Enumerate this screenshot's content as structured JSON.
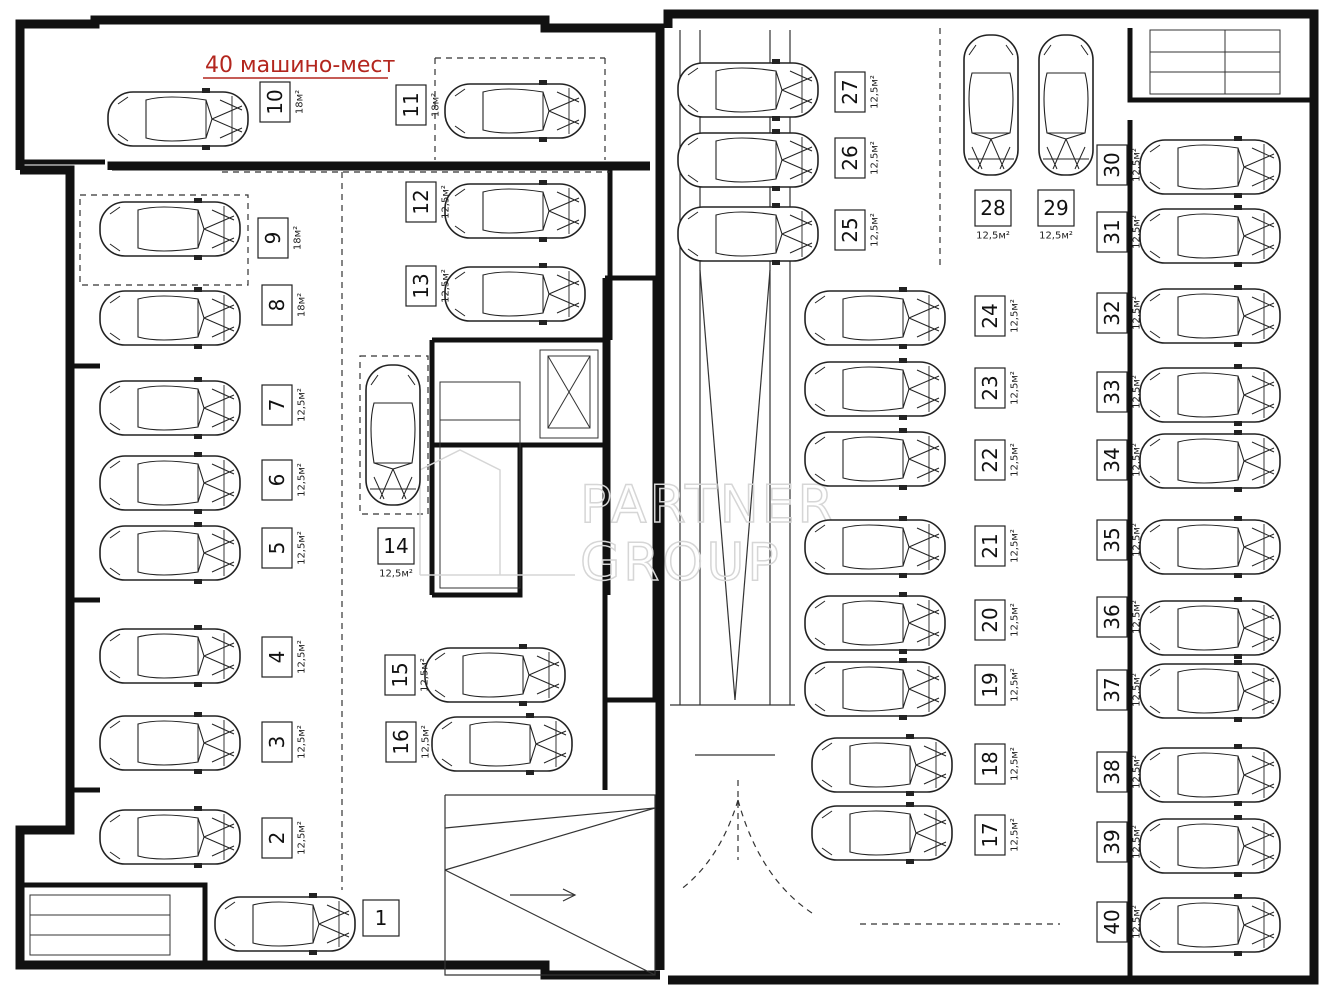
{
  "title": "40 машино-мест",
  "watermark": {
    "line1": "PARTNER",
    "line2": "GROUP"
  },
  "colors": {
    "title": "#b3261e",
    "wall": "#111111",
    "line": "#222222",
    "watermark": "#d6d6d6"
  },
  "spots": [
    {
      "id": "1",
      "area": "",
      "car": "h"
    },
    {
      "id": "2",
      "area": "12,5м²",
      "car": "h"
    },
    {
      "id": "3",
      "area": "12,5м²",
      "car": "h"
    },
    {
      "id": "4",
      "area": "12,5м²",
      "car": "h"
    },
    {
      "id": "5",
      "area": "12,5м²",
      "car": "h"
    },
    {
      "id": "6",
      "area": "12,5м²",
      "car": "h"
    },
    {
      "id": "7",
      "area": "12,5м²",
      "car": "h"
    },
    {
      "id": "8",
      "area": "18м²",
      "car": "h"
    },
    {
      "id": "9",
      "area": "18м²",
      "car": "h"
    },
    {
      "id": "10",
      "area": "18м²",
      "car": "h"
    },
    {
      "id": "11",
      "area": "18м²",
      "car": "h"
    },
    {
      "id": "12",
      "area": "12,5м²",
      "car": "h"
    },
    {
      "id": "13",
      "area": "12,5м²",
      "car": "h"
    },
    {
      "id": "14",
      "area": "12,5м²",
      "car": "v"
    },
    {
      "id": "15",
      "area": "12,5м²",
      "car": "h"
    },
    {
      "id": "16",
      "area": "12,5м²",
      "car": "h"
    },
    {
      "id": "17",
      "area": "12,5м²",
      "car": "h"
    },
    {
      "id": "18",
      "area": "12,5м²",
      "car": "h"
    },
    {
      "id": "19",
      "area": "12,5м²",
      "car": "h"
    },
    {
      "id": "20",
      "area": "12,5м²",
      "car": "h"
    },
    {
      "id": "21",
      "area": "12,5м²",
      "car": "h"
    },
    {
      "id": "22",
      "area": "12,5м²",
      "car": "h"
    },
    {
      "id": "23",
      "area": "12,5м²",
      "car": "h"
    },
    {
      "id": "24",
      "area": "12,5м²",
      "car": "h"
    },
    {
      "id": "25",
      "area": "12,5м²",
      "car": "h"
    },
    {
      "id": "26",
      "area": "12,5м²",
      "car": "h"
    },
    {
      "id": "27",
      "area": "12,5м²",
      "car": "h"
    },
    {
      "id": "28",
      "area": "12,5м²",
      "car": "v"
    },
    {
      "id": "29",
      "area": "12,5м²",
      "car": "v"
    },
    {
      "id": "30",
      "area": "12,5м²",
      "car": "h"
    },
    {
      "id": "31",
      "area": "12,5м²",
      "car": "h"
    },
    {
      "id": "32",
      "area": "12,5м²",
      "car": "h"
    },
    {
      "id": "33",
      "area": "12,5м²",
      "car": "h"
    },
    {
      "id": "34",
      "area": "12,5м²",
      "car": "h"
    },
    {
      "id": "35",
      "area": "12,5м²",
      "car": "h"
    },
    {
      "id": "36",
      "area": "12,5м²",
      "car": "h"
    },
    {
      "id": "37",
      "area": "12,5м²",
      "car": "h"
    },
    {
      "id": "38",
      "area": "12,5м²",
      "car": "h"
    },
    {
      "id": "39",
      "area": "12,5м²",
      "car": "h"
    },
    {
      "id": "40",
      "area": "12,5м²",
      "car": "h"
    }
  ]
}
